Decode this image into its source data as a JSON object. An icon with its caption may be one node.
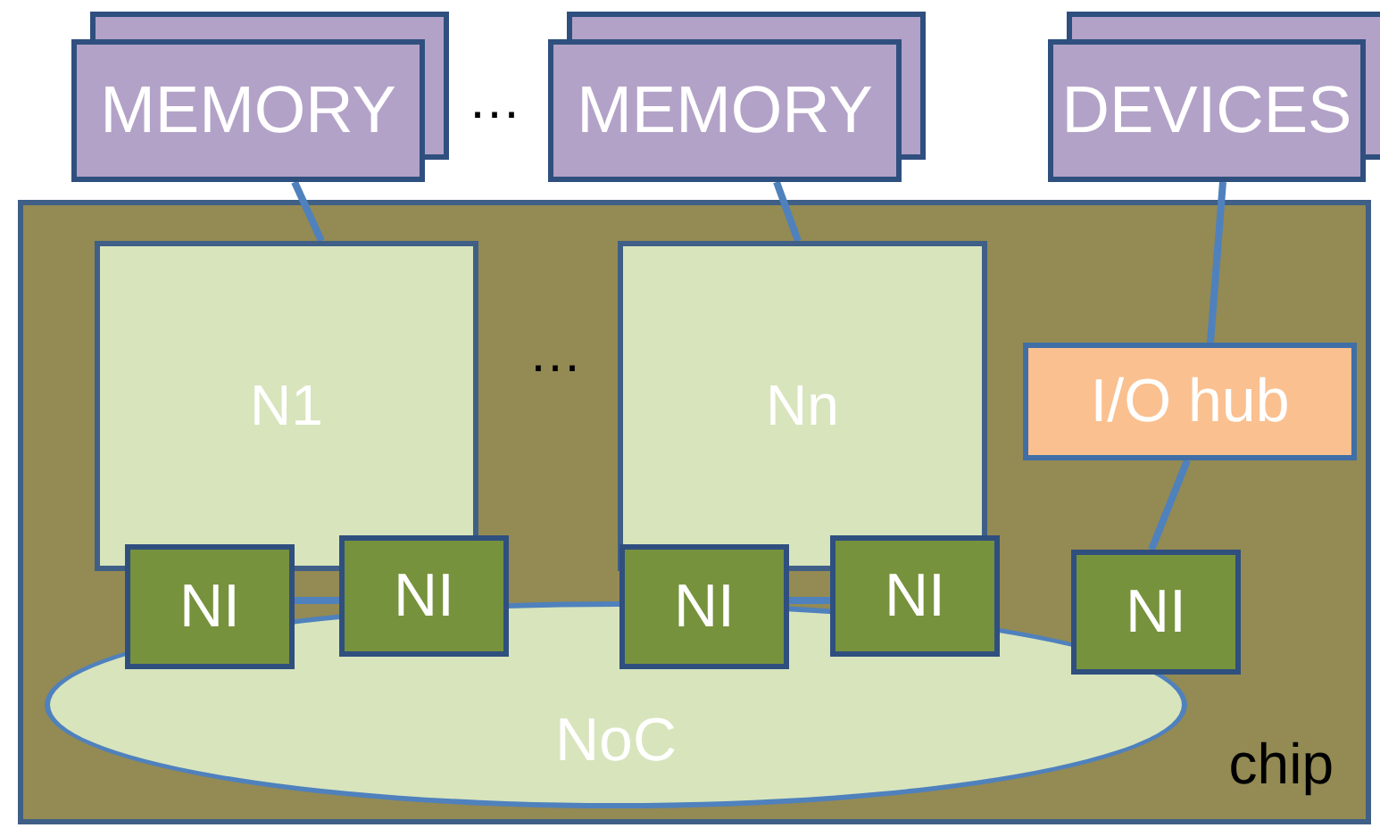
{
  "diagram": {
    "nodes": [
      {
        "text": [
          "chip"
        ]
      },
      {
        "text": [
          "MEMORY"
        ]
      },
      {
        "text": [
          "MEMORY"
        ]
      },
      {
        "text": [
          "DEVICES"
        ]
      },
      {
        "text": [
          "N1"
        ],
        "in": 0
      },
      {
        "text": [
          "Nn"
        ],
        "in": 0
      },
      {
        "text": [
          "I/O hub"
        ],
        "in": 0
      },
      {
        "text": [
          "NoC"
        ],
        "in": 0
      },
      {
        "text": [
          "NI"
        ],
        "in": 0
      },
      {
        "text": [
          "NI"
        ],
        "in": 0
      },
      {
        "text": [
          "NI"
        ],
        "in": 0
      },
      {
        "text": [
          "NI"
        ],
        "in": 0
      },
      {
        "text": [
          "NI"
        ],
        "in": 0
      }
    ],
    "edges": [
      {
        "from": 1,
        "to": 4,
        "arrow": "none"
      },
      {
        "from": 2,
        "to": 5,
        "arrow": "none"
      },
      {
        "from": 3,
        "to": 6,
        "arrow": "none"
      },
      {
        "from": 6,
        "to": 12,
        "arrow": "none"
      },
      {
        "from": 8,
        "to": 9,
        "arrow": "none"
      },
      {
        "from": 10,
        "to": 11,
        "arrow": "none"
      }
    ],
    "labels": [
      "…",
      "…"
    ]
  }
}
